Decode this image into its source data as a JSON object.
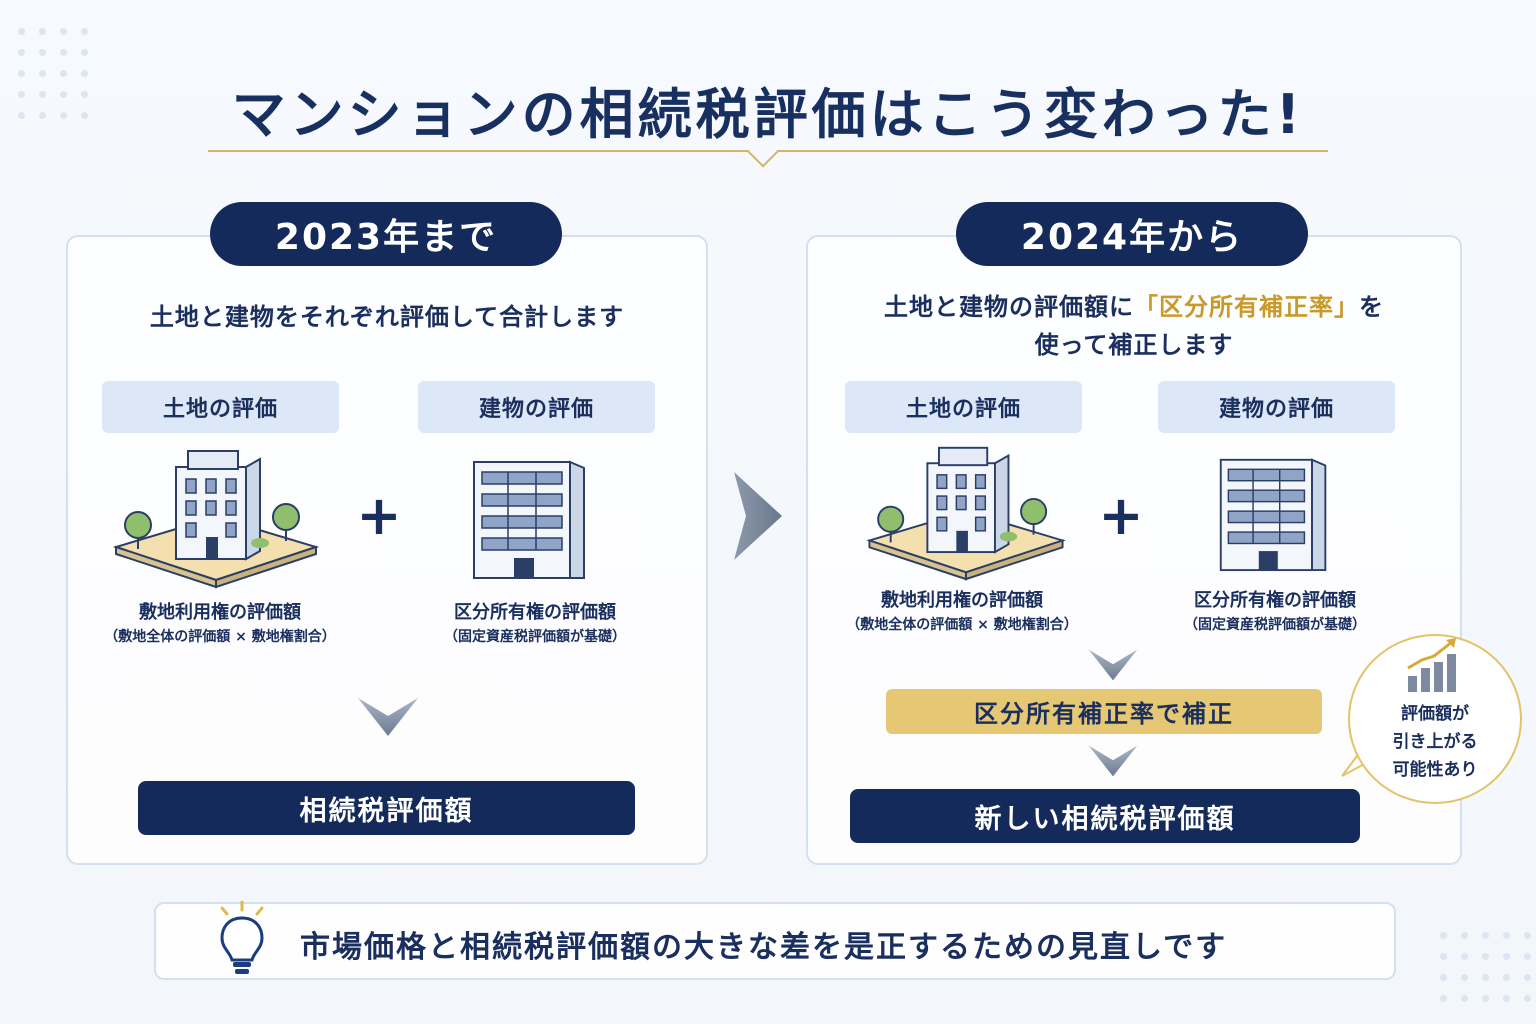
{
  "title": "マンションの相続税評価はこう変わった!",
  "before": {
    "period": "2023年まで",
    "lead": "土地と建物をそれぞれ評価して合計します",
    "land_tag": "土地の評価",
    "building_tag": "建物の評価",
    "land_caption": "敷地利用権の評価額",
    "land_caption_sub": "（敷地全体の評価額 × 敷地権割合）",
    "building_caption": "区分所有権の評価額",
    "building_caption_sub": "（固定資産税評価額が基礎）",
    "plus": "+",
    "result": "相続税評価額"
  },
  "after": {
    "period": "2024年から",
    "lead_pre": "土地と建物の評価額に",
    "lead_highlight": "「区分所有補正率」",
    "lead_post": "を",
    "lead_line2": "使って補正します",
    "land_tag": "土地の評価",
    "building_tag": "建物の評価",
    "land_caption": "敷地利用権の評価額",
    "land_caption_sub": "（敷地全体の評価額 × 敷地権割合）",
    "building_caption": "区分所有権の評価額",
    "building_caption_sub": "（固定資産税評価額が基礎）",
    "plus": "+",
    "correction": "区分所有補正率で補正",
    "result": "新しい相続税評価額"
  },
  "bubble": {
    "line1": "評価額が",
    "line2": "引き上がる",
    "line3": "可能性あり",
    "icon": "rising-bar-chart-icon"
  },
  "note": {
    "text": "市場価格と相続税評価額の大きな差を是正するための見直しです",
    "icon": "lightbulb-icon"
  },
  "colors": {
    "navy": "#132a5a",
    "gold": "#d2b46a",
    "gold_bar": "#e6c874",
    "tag_blue": "#dce8f7",
    "panel_border": "#d3e0f2"
  }
}
